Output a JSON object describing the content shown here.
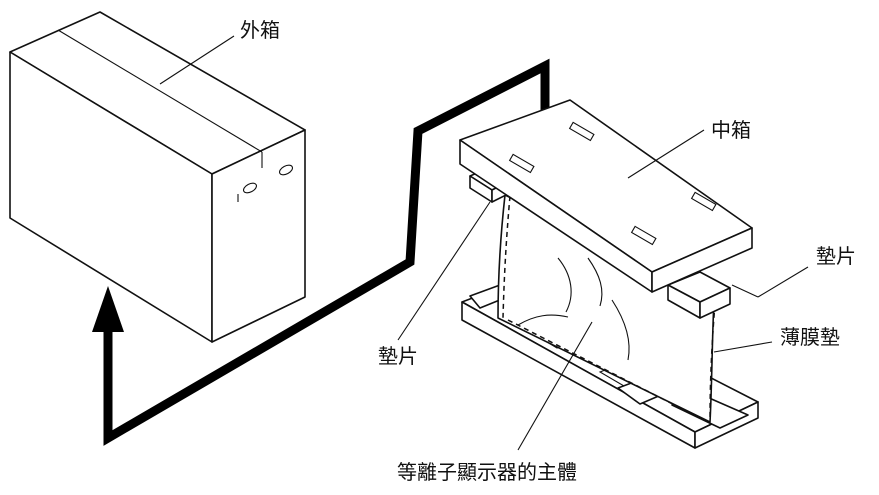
{
  "labels": {
    "outer_box": "外箱",
    "middle_box": "中箱",
    "pad_right": "墊片",
    "pad_left": "墊片",
    "film_pad": "薄膜墊",
    "main_unit": "等離子顯示器的主體"
  }
}
